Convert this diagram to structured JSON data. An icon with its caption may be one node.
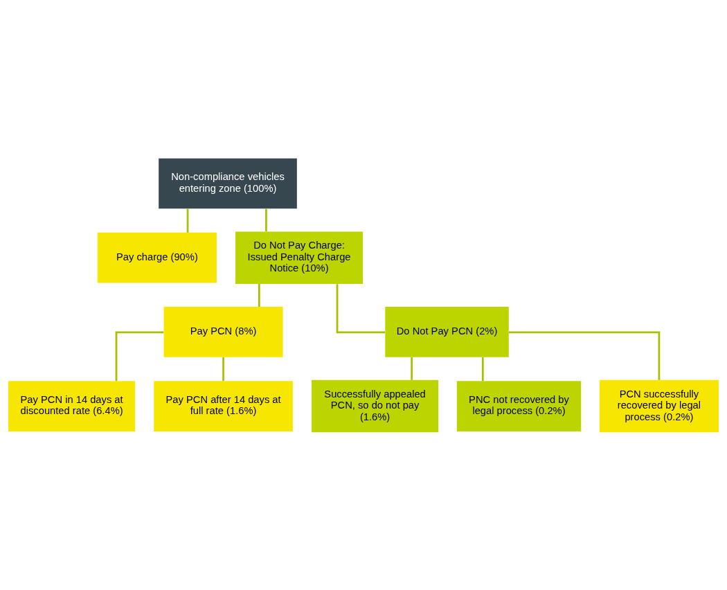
{
  "diagram": {
    "nodes": [
      {
        "text": [
          "Non-compliance vehicles entering zone (100%)"
        ]
      },
      {
        "text": [
          "Pay charge (90%)"
        ]
      },
      {
        "text": [
          "Do Not Pay Charge: Issued Penalty Charge Notice (10%)"
        ]
      },
      {
        "text": [
          "Pay PCN (8%)"
        ]
      },
      {
        "text": [
          "Do Not Pay PCN (2%)"
        ]
      },
      {
        "text": [
          "Pay PCN in 14 days at discounted rate (6.4%)"
        ]
      },
      {
        "text": [
          "Pay PCN after 14 days at full rate (1.6%)"
        ]
      },
      {
        "text": [
          "Successfully appealed PCN, so do not pay (1.6%)"
        ]
      },
      {
        "text": [
          "PNC not recovered by legal process (0.2%)"
        ]
      },
      {
        "text": [
          "PCN successfully recovered by legal process (0.2%)"
        ]
      }
    ],
    "edges": [
      {
        "from": 0,
        "to": 1,
        "arrow": "none"
      },
      {
        "from": 0,
        "to": 2,
        "arrow": "none"
      },
      {
        "from": 2,
        "to": 3,
        "arrow": "none"
      },
      {
        "from": 2,
        "to": 4,
        "arrow": "none"
      },
      {
        "from": 3,
        "to": 5,
        "arrow": "none"
      },
      {
        "from": 3,
        "to": 6,
        "arrow": "none"
      },
      {
        "from": 4,
        "to": 7,
        "arrow": "none"
      },
      {
        "from": 4,
        "to": 8,
        "arrow": "none"
      },
      {
        "from": 4,
        "to": 9,
        "arrow": "none"
      }
    ]
  }
}
